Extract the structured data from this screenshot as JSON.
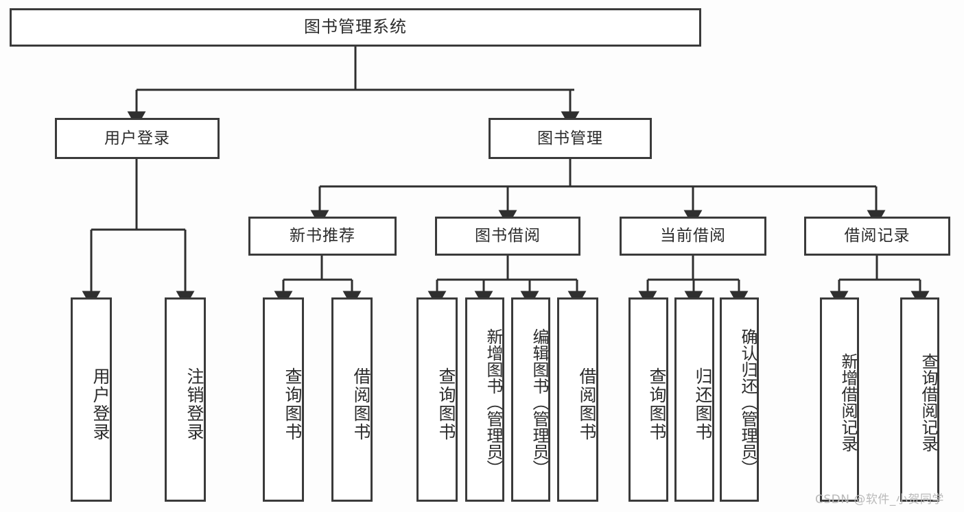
{
  "diagram": {
    "title": "图书管理系统",
    "type": "tree-hierarchy-chart",
    "watermark": "CSDN @软件_小贺同学",
    "colors": {
      "background": "#fdfdfd",
      "node_fill": "#ffffff",
      "node_border": "#3a3a3a",
      "edge": "#2f2f2f",
      "text": "#2b2b2b",
      "watermark": "#b9b9b9"
    },
    "root": {
      "label": "图书管理系统"
    },
    "level2": [
      {
        "label": "用户登录"
      },
      {
        "label": "图书管理"
      }
    ],
    "level3": [
      {
        "label": "新书推荐"
      },
      {
        "label": "图书借阅"
      },
      {
        "label": "当前借阅"
      },
      {
        "label": "借阅记录"
      }
    ],
    "leaves": {
      "user_login": [
        {
          "label": "用户登录"
        },
        {
          "label": "注销登录"
        }
      ],
      "new_book_recommend": [
        {
          "label": "查询图书"
        },
        {
          "label": "借阅图书"
        }
      ],
      "book_borrow": [
        {
          "label": "查询图书"
        },
        {
          "label": "新增图书（管理员）"
        },
        {
          "label": "编辑图书（管理员）"
        },
        {
          "label": "借阅图书"
        }
      ],
      "current_borrow": [
        {
          "label": "查询图书"
        },
        {
          "label": "归还图书"
        },
        {
          "label": "确认归还（管理员）"
        }
      ],
      "borrow_record": [
        {
          "label": "新增借阅记录"
        },
        {
          "label": "查询借阅记录"
        }
      ]
    }
  }
}
